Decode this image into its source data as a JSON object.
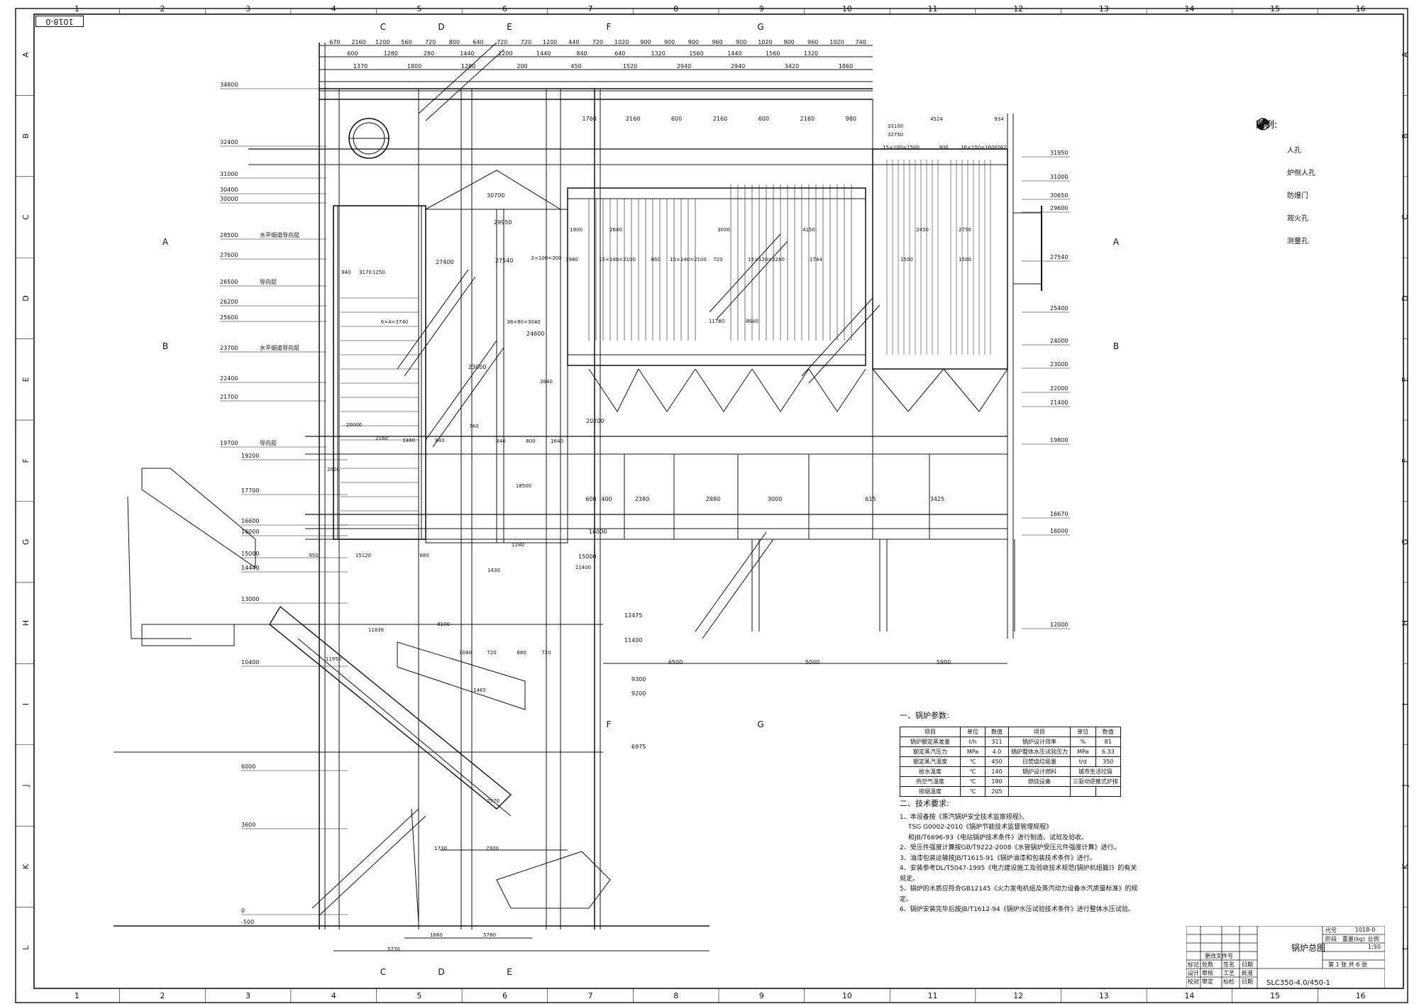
{
  "sheet_code": "1018-0",
  "border_columns": [
    "1",
    "2",
    "3",
    "4",
    "5",
    "6",
    "7",
    "8",
    "9",
    "10",
    "11",
    "12",
    "13",
    "14",
    "15",
    "16"
  ],
  "border_rows": [
    "A",
    "B",
    "C",
    "D",
    "E",
    "F",
    "G",
    "H",
    "I",
    "J",
    "K",
    "L"
  ],
  "legend": {
    "title": "图例:",
    "items": [
      {
        "icon": "manhole-icon",
        "label": "人孔"
      },
      {
        "icon": "side-manhole-icon",
        "label": "炉侧人孔"
      },
      {
        "icon": "explosion-door-icon",
        "label": "防爆门"
      },
      {
        "icon": "inspection-hole-icon",
        "label": "观火孔"
      },
      {
        "icon": "measuring-hole-icon",
        "label": "测量孔"
      }
    ]
  },
  "section_marks": [
    "A",
    "B",
    "C",
    "D",
    "E",
    "F",
    "G"
  ],
  "elevations_left": [
    "34800",
    "32400",
    "31000",
    "30400",
    "30000",
    "28500",
    "27600",
    "26500",
    "26200",
    "25600",
    "23700",
    "22400",
    "21700",
    "19700",
    "19200",
    "17700",
    "16600",
    "16000",
    "15000",
    "14440",
    "13000",
    "10400",
    "6000",
    "3600",
    "0",
    "-500"
  ],
  "elevations_left_notes": {
    "28500": "水平烟道导向层",
    "26500": "导向层",
    "23700": "水平烟道导向层",
    "19700": "导向层"
  },
  "elevations_right": [
    "31950",
    "31000",
    "30650",
    "29600",
    "27540",
    "25400",
    "24000",
    "23000",
    "22000",
    "21400",
    "19800",
    "16670",
    "16000",
    "12000"
  ],
  "elevations_mid": [
    "30700",
    "29950",
    "27400",
    "27540",
    "24600",
    "23000",
    "20200",
    "16000",
    "15000",
    "12475",
    "11400",
    "9300",
    "9200",
    "6975"
  ],
  "top_dims_row1": [
    "670",
    "2160",
    "1200",
    "560",
    "720",
    "800",
    "640",
    "720",
    "720",
    "1200",
    "440",
    "720",
    "1020",
    "900",
    "900",
    "900",
    "960",
    "900",
    "1020",
    "900",
    "960",
    "1020",
    "740"
  ],
  "top_dims_row2": [
    "600",
    "1280",
    "280",
    "1440",
    "1200",
    "1440",
    "840",
    "640",
    "1320",
    "1560",
    "1440",
    "1560",
    "1320"
  ],
  "top_dims_row3": [
    "1370",
    "1800",
    "1280",
    "200",
    "450",
    "1520",
    "2940",
    "2940",
    "3420",
    "1860"
  ],
  "top_dims_row4": [
    "1760",
    "2160",
    "600",
    "2160",
    "600",
    "2160",
    "980"
  ],
  "right_section_dims": [
    "33100",
    "32750",
    "4524",
    "934",
    "15×100=1500",
    "900",
    "16×100=1600",
    "262",
    "1900",
    "2640",
    "3000",
    "4150",
    "2450",
    "2750",
    "1980",
    "15×140=2100",
    "860",
    "15×140=2100",
    "720",
    "15×120=2280",
    "1744",
    "1500",
    "1500",
    "11780",
    "8640"
  ],
  "mid_dims": [
    "840",
    "3170",
    "1250",
    "3×100=300",
    "6×4=3740",
    "38×80=3040",
    "2640",
    "20000",
    "2160",
    "1480",
    "840",
    "760",
    "840",
    "800",
    "1640",
    "18500",
    "2000",
    "950",
    "15120",
    "680",
    "1430",
    "1180",
    "11400",
    "8100",
    "1080",
    "720",
    "880",
    "720",
    "11838",
    "11950",
    "1465",
    "2570",
    "1730",
    "2300",
    "1660",
    "5780",
    "5770"
  ],
  "lower_dims": [
    "600",
    "400",
    "2380",
    "2880",
    "3000",
    "615",
    "3425",
    "6500",
    "5000",
    "5900"
  ],
  "params": {
    "title": "一、锅炉参数:",
    "header": [
      "项目",
      "单位",
      "数值",
      "项目",
      "单位",
      "数值"
    ],
    "rows": [
      [
        "锅炉额定蒸发量",
        "t/h",
        "311",
        "锅炉设计效率",
        "%",
        "81"
      ],
      [
        "额定蒸汽压力",
        "MPa",
        "4.0",
        "锅炉整体水压试验压力",
        "MPa",
        "6.33"
      ],
      [
        "额定蒸汽温度",
        "℃",
        "450",
        "日焚烧垃圾量",
        "t/d",
        "350"
      ],
      [
        "给水温度",
        "℃",
        "140",
        "锅炉设计燃料",
        "城市生活垃圾",
        ""
      ],
      [
        "热空气温度",
        "℃",
        "180",
        "燃烧设备",
        "三驱动逆推式炉排",
        ""
      ],
      [
        "排烟温度",
        "℃",
        "205",
        "",
        "",
        ""
      ]
    ]
  },
  "requirements": {
    "title": "二、技术要求:",
    "lines": [
      {
        "text": "1、本设备按《蒸汽锅炉安全技术监察规程》、",
        "indent": false
      },
      {
        "text": "TSG G0002-2010《锅炉节能技术监督管理规程》",
        "indent": true
      },
      {
        "text": "和JB/T6696-93《电站锅炉技术条件》进行制造、试验及验收。",
        "indent": true
      },
      {
        "text": "2、受压件强度计算按GB/T9222-2008《水管锅炉受压元件强度计算》进行。",
        "indent": false
      },
      {
        "text": "3、油漆包装运输按JB/T1615-91《锅炉油漆和包装技术条件》进行。",
        "indent": false
      },
      {
        "text": "4、安装参考DL/T5047-1995《电力建设施工及验收技术规范(锅炉机组篇)》的有关规定。",
        "indent": false
      },
      {
        "text": "5、锅炉的水质应符合GB12145《火力发电机组及蒸汽动力设备水汽质量标准》的规定。",
        "indent": false
      },
      {
        "text": "6、锅炉安装完毕后按JB/T1612-94《锅炉水压试验技术条件》进行整体水压试验。",
        "indent": false
      }
    ]
  },
  "title_block": {
    "drawing_name": "锅炉总图",
    "drawing_number": "SLC350-4.0/450-1",
    "code_label": "代号",
    "code_value": "1018-0",
    "stage_label": "阶段",
    "weight_label": "重量(kg)",
    "scale_label": "比例",
    "scale_value": "1:50",
    "sheet_info": "第 1 张   共 6 张",
    "roles": [
      "设计",
      "校对",
      "审核",
      "审定"
    ],
    "roles2": [
      "工艺",
      "标检",
      "批准",
      "日期"
    ],
    "rev_header": [
      "标记",
      "处数",
      "更改文件号",
      "签名",
      "日期"
    ]
  }
}
